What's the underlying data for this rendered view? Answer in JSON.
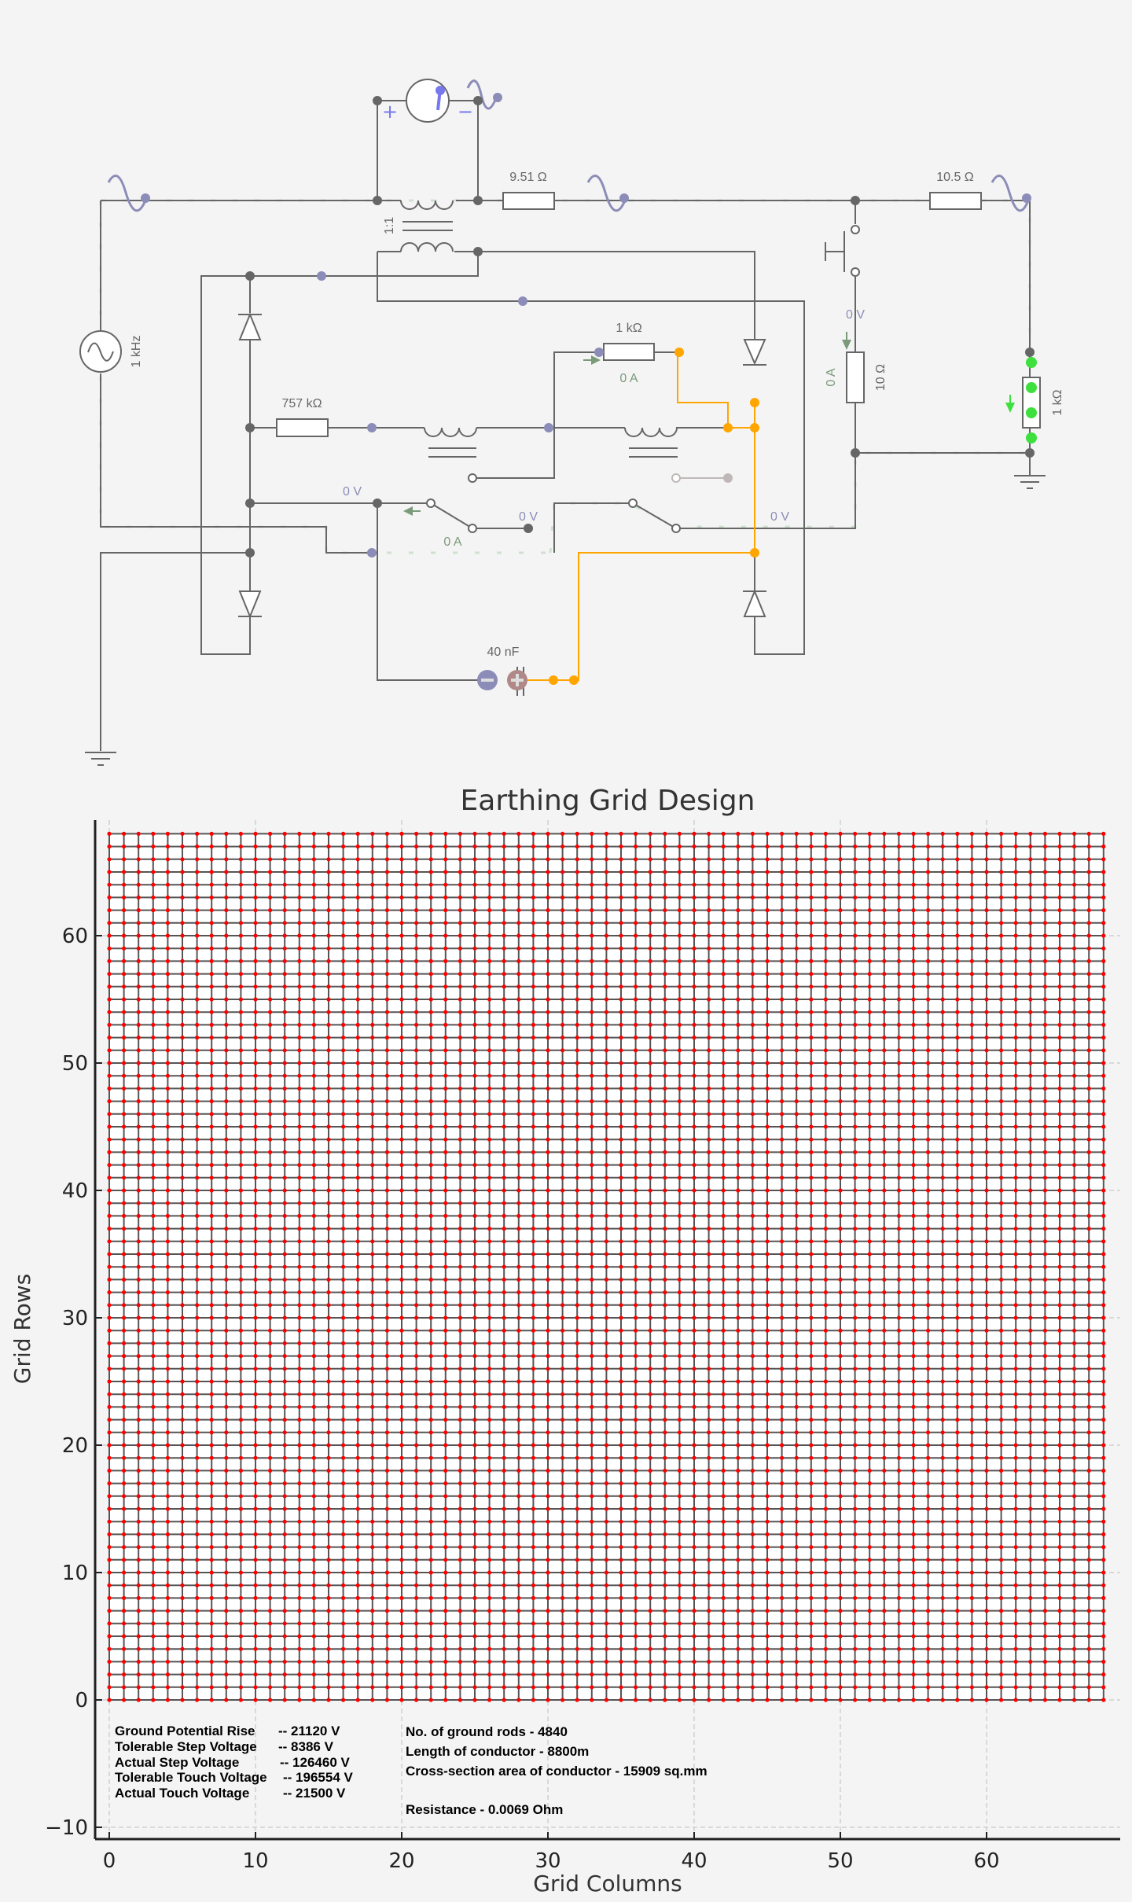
{
  "circuit": {
    "source_label": "1 kHz",
    "transformer_ratio": "1:1",
    "resistors": {
      "r_top_left": "9.51 Ω",
      "r_top_right": "10.5 Ω",
      "r_mid_left": "757 kΩ",
      "r_mid_center": "1 kΩ",
      "r_vertical": "10 Ω",
      "r_load": "1 kΩ"
    },
    "capacitor": "40 nF",
    "meter_plus": "+",
    "meter_minus": "−",
    "readings": {
      "v_switch_left": "0 V",
      "v_switch_mid": "0 V",
      "v_switch_right": "0 V",
      "v_vertical": "0 V",
      "a_switch": "0 A",
      "a_resistor": "0 A",
      "a_vertical": "0 A"
    },
    "colors": {
      "wire": "#666666",
      "active_wire": "#ffa500",
      "voltage_probe": "#8c8cb8",
      "current": "#7a9a7a",
      "led_on": "#3ee03e"
    }
  },
  "chart_data": {
    "type": "scatter",
    "title": "Earthing Grid Design",
    "xlabel": "Grid Columns",
    "ylabel": "Grid Rows",
    "xlim": [
      -1,
      69
    ],
    "ylim": [
      -11,
      70
    ],
    "xticks": [
      "0",
      "10",
      "20",
      "30",
      "40",
      "50",
      "60"
    ],
    "yticks": [
      "−10",
      "0",
      "10",
      "20",
      "30",
      "40",
      "50",
      "60"
    ],
    "grid": true,
    "grid_style": "dashed",
    "series": [
      {
        "name": "grid conductors",
        "kind": "mesh",
        "x_start": 0,
        "x_end": 68,
        "x_step": 1,
        "y_start": 0,
        "y_end": 68,
        "y_step": 1,
        "line_color": "#555555",
        "marker_color": "#ff0000"
      }
    ],
    "annotations": {
      "left": [
        {
          "label": "Ground Potential Rise",
          "value": "-- 21120 V"
        },
        {
          "label": "Tolerable Step Voltage",
          "value": "-- 8386 V"
        },
        {
          "label": "Actual Step Voltage",
          "value": "-- 126460 V"
        },
        {
          "label": "Tolerable Touch Voltage",
          "value": "-- 196554 V"
        },
        {
          "label": "Actual Touch Voltage",
          "value": "-- 21500 V"
        }
      ],
      "right": {
        "rods": "No. of ground rods - 4840",
        "length": "Length of conductor - 8800m",
        "area": "Cross-section area of conductor - 15909 sq.mm",
        "resistance": "Resistance - 0.0069 Ohm"
      }
    }
  }
}
